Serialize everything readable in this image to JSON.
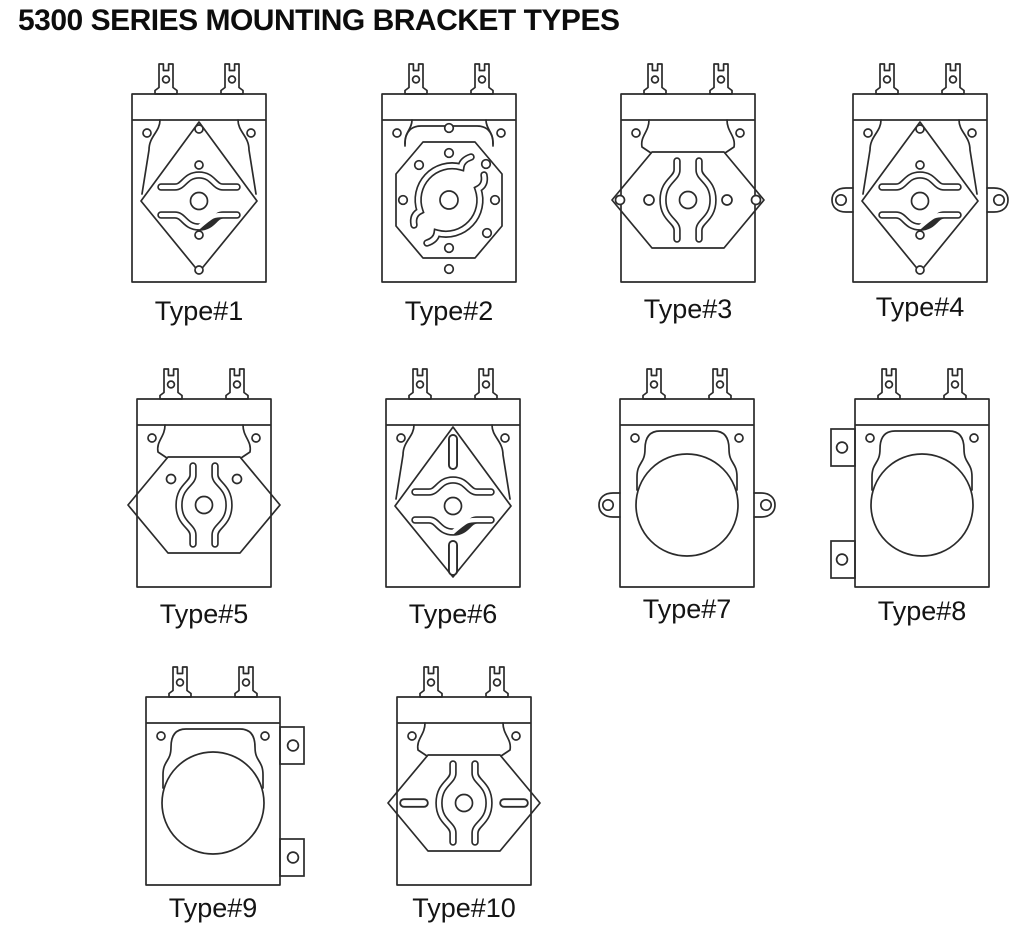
{
  "title": "5300 SERIES MOUNTING BRACKET TYPES",
  "types": [
    {
      "id": 1,
      "label": "Type#1"
    },
    {
      "id": 2,
      "label": "Type#2"
    },
    {
      "id": 3,
      "label": "Type#3"
    },
    {
      "id": 4,
      "label": "Type#4"
    },
    {
      "id": 5,
      "label": "Type#5"
    },
    {
      "id": 6,
      "label": "Type#6"
    },
    {
      "id": 7,
      "label": "Type#7"
    },
    {
      "id": 8,
      "label": "Type#8"
    },
    {
      "id": 9,
      "label": "Type#9"
    },
    {
      "id": 10,
      "label": "Type#10"
    }
  ]
}
